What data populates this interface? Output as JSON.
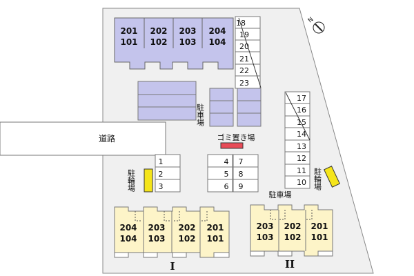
{
  "north_symbol": "N",
  "icons": [
    "north-arrow-icon"
  ],
  "colors": {
    "building_fill": "#c4c4ec",
    "building_stroke": "#666666",
    "cream_fill": "#fdf4c8",
    "bicycle_fill": "#f5e51a",
    "garbage_fill": "#e84b57",
    "lot_bg": "#f0f0f0"
  },
  "top_building": {
    "units": [
      {
        "upper": "201",
        "lower": "101"
      },
      {
        "upper": "202",
        "lower": "102"
      },
      {
        "upper": "203",
        "lower": "103"
      },
      {
        "upper": "204",
        "lower": "104"
      }
    ]
  },
  "parking_top_column": [
    "18",
    "19",
    "20",
    "21",
    "22",
    "23"
  ],
  "parking_right_column": [
    "17",
    "16",
    "15",
    "14",
    "13",
    "12",
    "11",
    "10"
  ],
  "parking_left_column": [
    "1",
    "2",
    "3"
  ],
  "parking_mid_left": [
    "4",
    "5",
    "6"
  ],
  "parking_mid_right": [
    "7",
    "8",
    "9"
  ],
  "labels": {
    "road": "道路",
    "garbage": "ゴミ置き場",
    "parking_vertical": "駐車場",
    "parking_horizontal": "駐車場",
    "bicycle_left": "駐輪場",
    "bicycle_right": "駐輪場"
  },
  "building_one": {
    "name": "I",
    "units": [
      {
        "upper": "204",
        "lower": "104"
      },
      {
        "upper": "203",
        "lower": "103"
      },
      {
        "upper": "202",
        "lower": "102"
      },
      {
        "upper": "201",
        "lower": "101"
      }
    ]
  },
  "building_two": {
    "name": "II",
    "units": [
      {
        "upper": "203",
        "lower": "103"
      },
      {
        "upper": "202",
        "lower": "102"
      },
      {
        "upper": "201",
        "lower": "101"
      }
    ]
  }
}
